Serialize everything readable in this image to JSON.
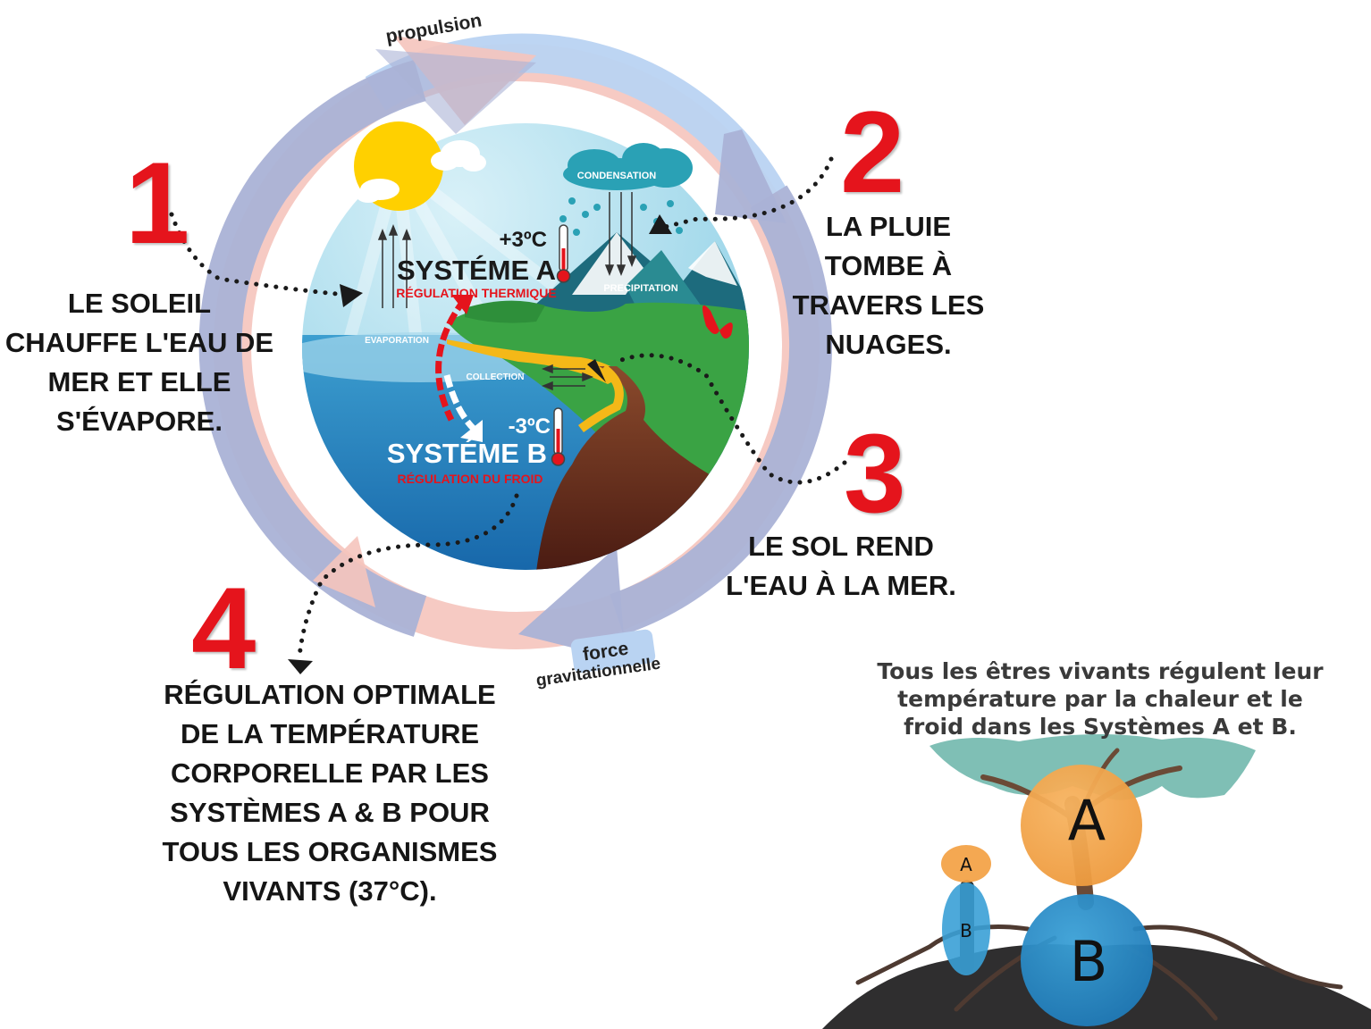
{
  "cycle": {
    "propulsion_label": "propulsion",
    "gravity_label_line1": "force",
    "gravity_label_line2": "gravitationnelle"
  },
  "globe": {
    "condensation": "CONDENSATION",
    "precipitation": "PRECIPITATION",
    "evaporation": "EVAPORATION",
    "collection": "COLLECTION",
    "system_a": {
      "temp": "+3ºC",
      "name": "SYSTÉME A",
      "subtitle": "RÉGULATION THERMIQUE"
    },
    "system_b": {
      "temp": "-3ºC",
      "name": "SYSTÉME B",
      "subtitle": "RÉGULATION DU FROID"
    }
  },
  "steps": [
    {
      "number": "1",
      "lines": [
        "LE SOLEIL",
        "CHAUFFE L'EAU DE",
        "MER ET ELLE",
        "S'ÉVAPORE."
      ]
    },
    {
      "number": "2",
      "lines": [
        "LA PLUIE",
        "TOMBE À",
        "TRAVERS LES",
        "NUAGES."
      ]
    },
    {
      "number": "3",
      "lines": [
        "LE SOL REND",
        "L'EAU À LA MER."
      ]
    },
    {
      "number": "4",
      "lines": [
        "RÉGULATION OPTIMALE",
        "DE LA TEMPÉRATURE",
        "CORPORELLE PAR LES",
        "SYSTÈMES A & B POUR",
        "TOUS LES ORGANISMES",
        "VIVANTS (37°C)."
      ]
    }
  ],
  "tree": {
    "caption_lines": [
      "Tous les êtres vivants régulent leur",
      "température par la chaleur et le",
      "froid dans les Systèmes A et B."
    ],
    "big_a": "A",
    "big_b": "B",
    "small_a": "A",
    "small_b": "B"
  },
  "colors": {
    "red_number": "#e5141c",
    "orange_a": "#f3a349",
    "blue_b": "#2f8fc7",
    "ring_purple": "#aab2d6",
    "ring_blue": "#b9d3f2",
    "ring_pink": "#f5c4bd"
  }
}
